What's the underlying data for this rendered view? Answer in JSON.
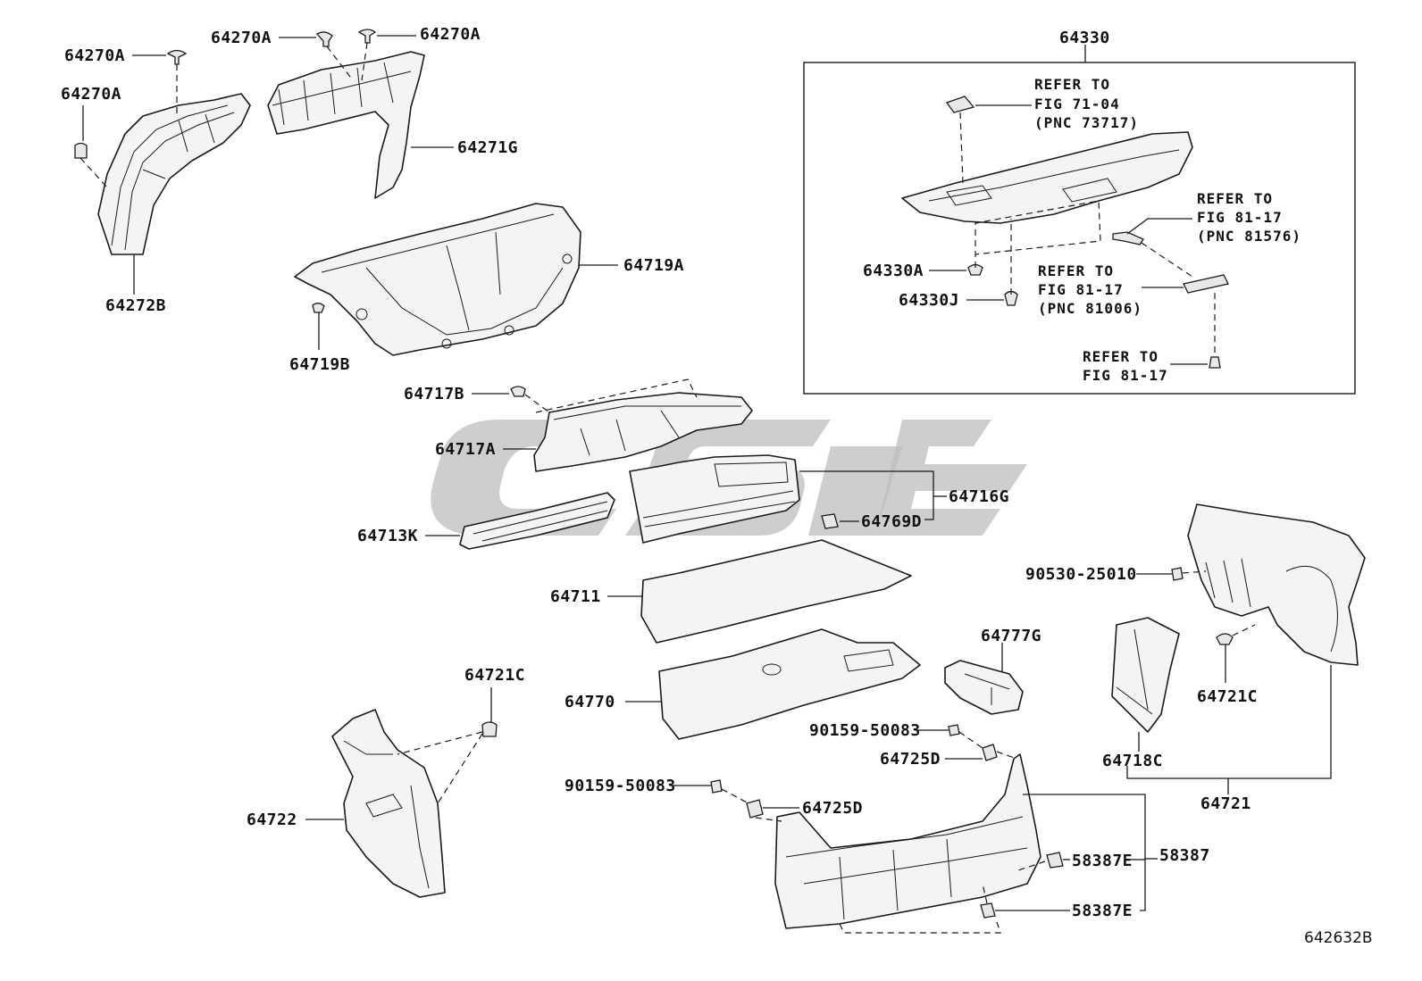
{
  "labels": {
    "p64270A_1": "64270A",
    "p64270A_2": "64270A",
    "p64270A_3": "64270A",
    "p64270A_4": "64270A",
    "p64271G": "64271G",
    "p64272B": "64272B",
    "p64719A": "64719A",
    "p64719B": "64719B",
    "p64330": "64330",
    "p64330A": "64330A",
    "p64330J": "64330J",
    "p64717B": "64717B",
    "p64717A": "64717A",
    "p64716G": "64716G",
    "p64769D": "64769D",
    "p64713K": "64713K",
    "p64711": "64711",
    "p64770": "64770",
    "p64777G": "64777G",
    "p90530": "90530-25010",
    "p64721C_right": "64721C",
    "p64721C_left": "64721C",
    "p64722": "64722",
    "p90159_1": "90159-50083",
    "p90159_2": "90159-50083",
    "p64725D_1": "64725D",
    "p64725D_2": "64725D",
    "p64718C": "64718C",
    "p64721": "64721",
    "p58387": "58387",
    "p58387E_1": "58387E",
    "p58387E_2": "58387E"
  },
  "refer_notes": {
    "n1": {
      "line1": "REFER TO",
      "line2": "FIG 71-04",
      "line3": "(PNC 73717)"
    },
    "n2": {
      "line1": "REFER TO",
      "line2": "FIG 81-17",
      "line3": "(PNC 81576)"
    },
    "n3": {
      "line1": "REFER TO",
      "line2": "FIG 81-17",
      "line3": "(PNC 81006)"
    },
    "n4": {
      "line1": "REFER TO",
      "line2": "FIG 81-17"
    }
  },
  "figure_id": "642632B"
}
